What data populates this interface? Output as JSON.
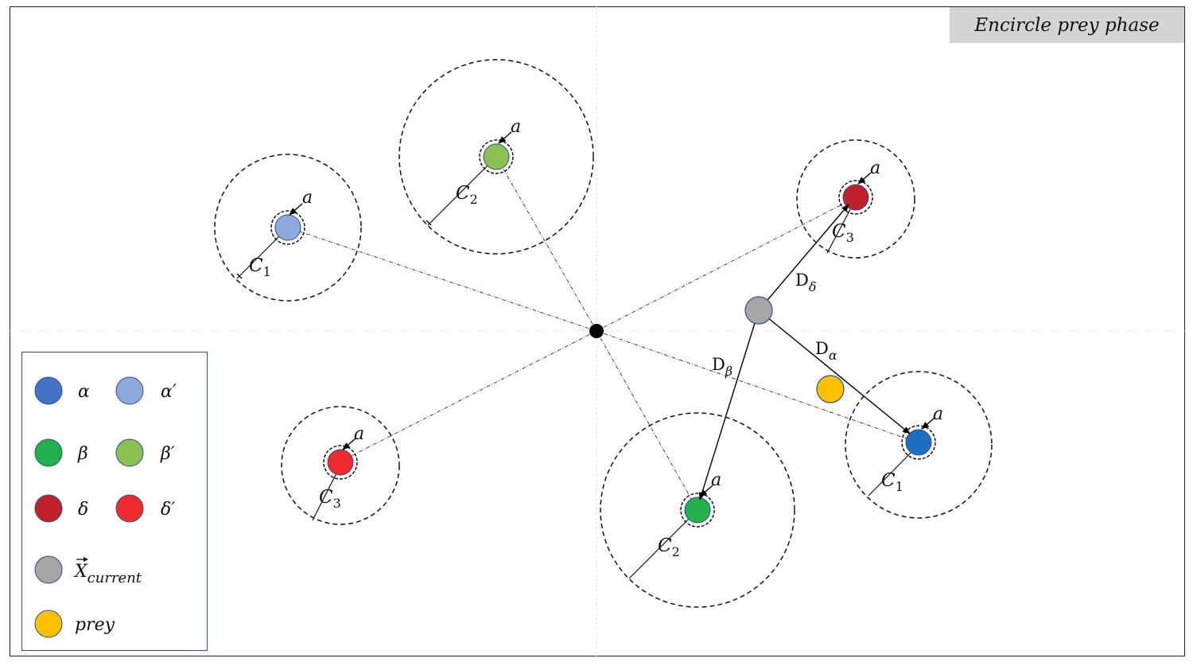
{
  "title": "Encircle prey phase",
  "labels": {
    "a": "a",
    "c1": "C",
    "c1_sub": "1",
    "c2": "C",
    "c2_sub": "2",
    "c3": "C",
    "c3_sub": "3",
    "d": "D",
    "d_alpha_sub": "α",
    "d_beta_sub": "β",
    "d_delta_sub": "δ"
  },
  "legend": {
    "alpha": "α",
    "alpha_prime": "α′",
    "beta": "β",
    "beta_prime": "β′",
    "delta": "δ",
    "delta_prime": "δ′",
    "x_current": "X",
    "x_current_sub": "current",
    "prey": "prey"
  },
  "colors": {
    "alpha": "#1f6fc0",
    "alpha_prime": "#8eaadb",
    "beta": "#22b14c",
    "beta_prime": "#8cc152",
    "delta": "#c0202a",
    "delta_prime": "#ee2a2a",
    "x_current": "#a6a6a6",
    "prey": "#ffc000",
    "legend_alpha": "#4472c4"
  }
}
